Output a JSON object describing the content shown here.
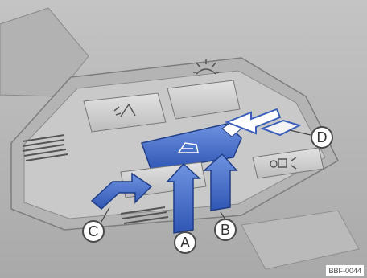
{
  "figure": {
    "code": "BBF-0044",
    "callouts": {
      "a": "A",
      "b": "B",
      "c": "C",
      "d": "D"
    },
    "icons": [
      "reading-light-icon",
      "interior-light-icon",
      "sunroof-icon",
      "sunroof-lever-icon",
      "rear-reading-light-icon",
      "reading-light-right-icon"
    ],
    "colors": {
      "highlight": "#3d68c8",
      "arrow_fill": "#3a5fb8",
      "panel": "#c8c8c8",
      "ceiling": "#bdbdbd"
    }
  }
}
